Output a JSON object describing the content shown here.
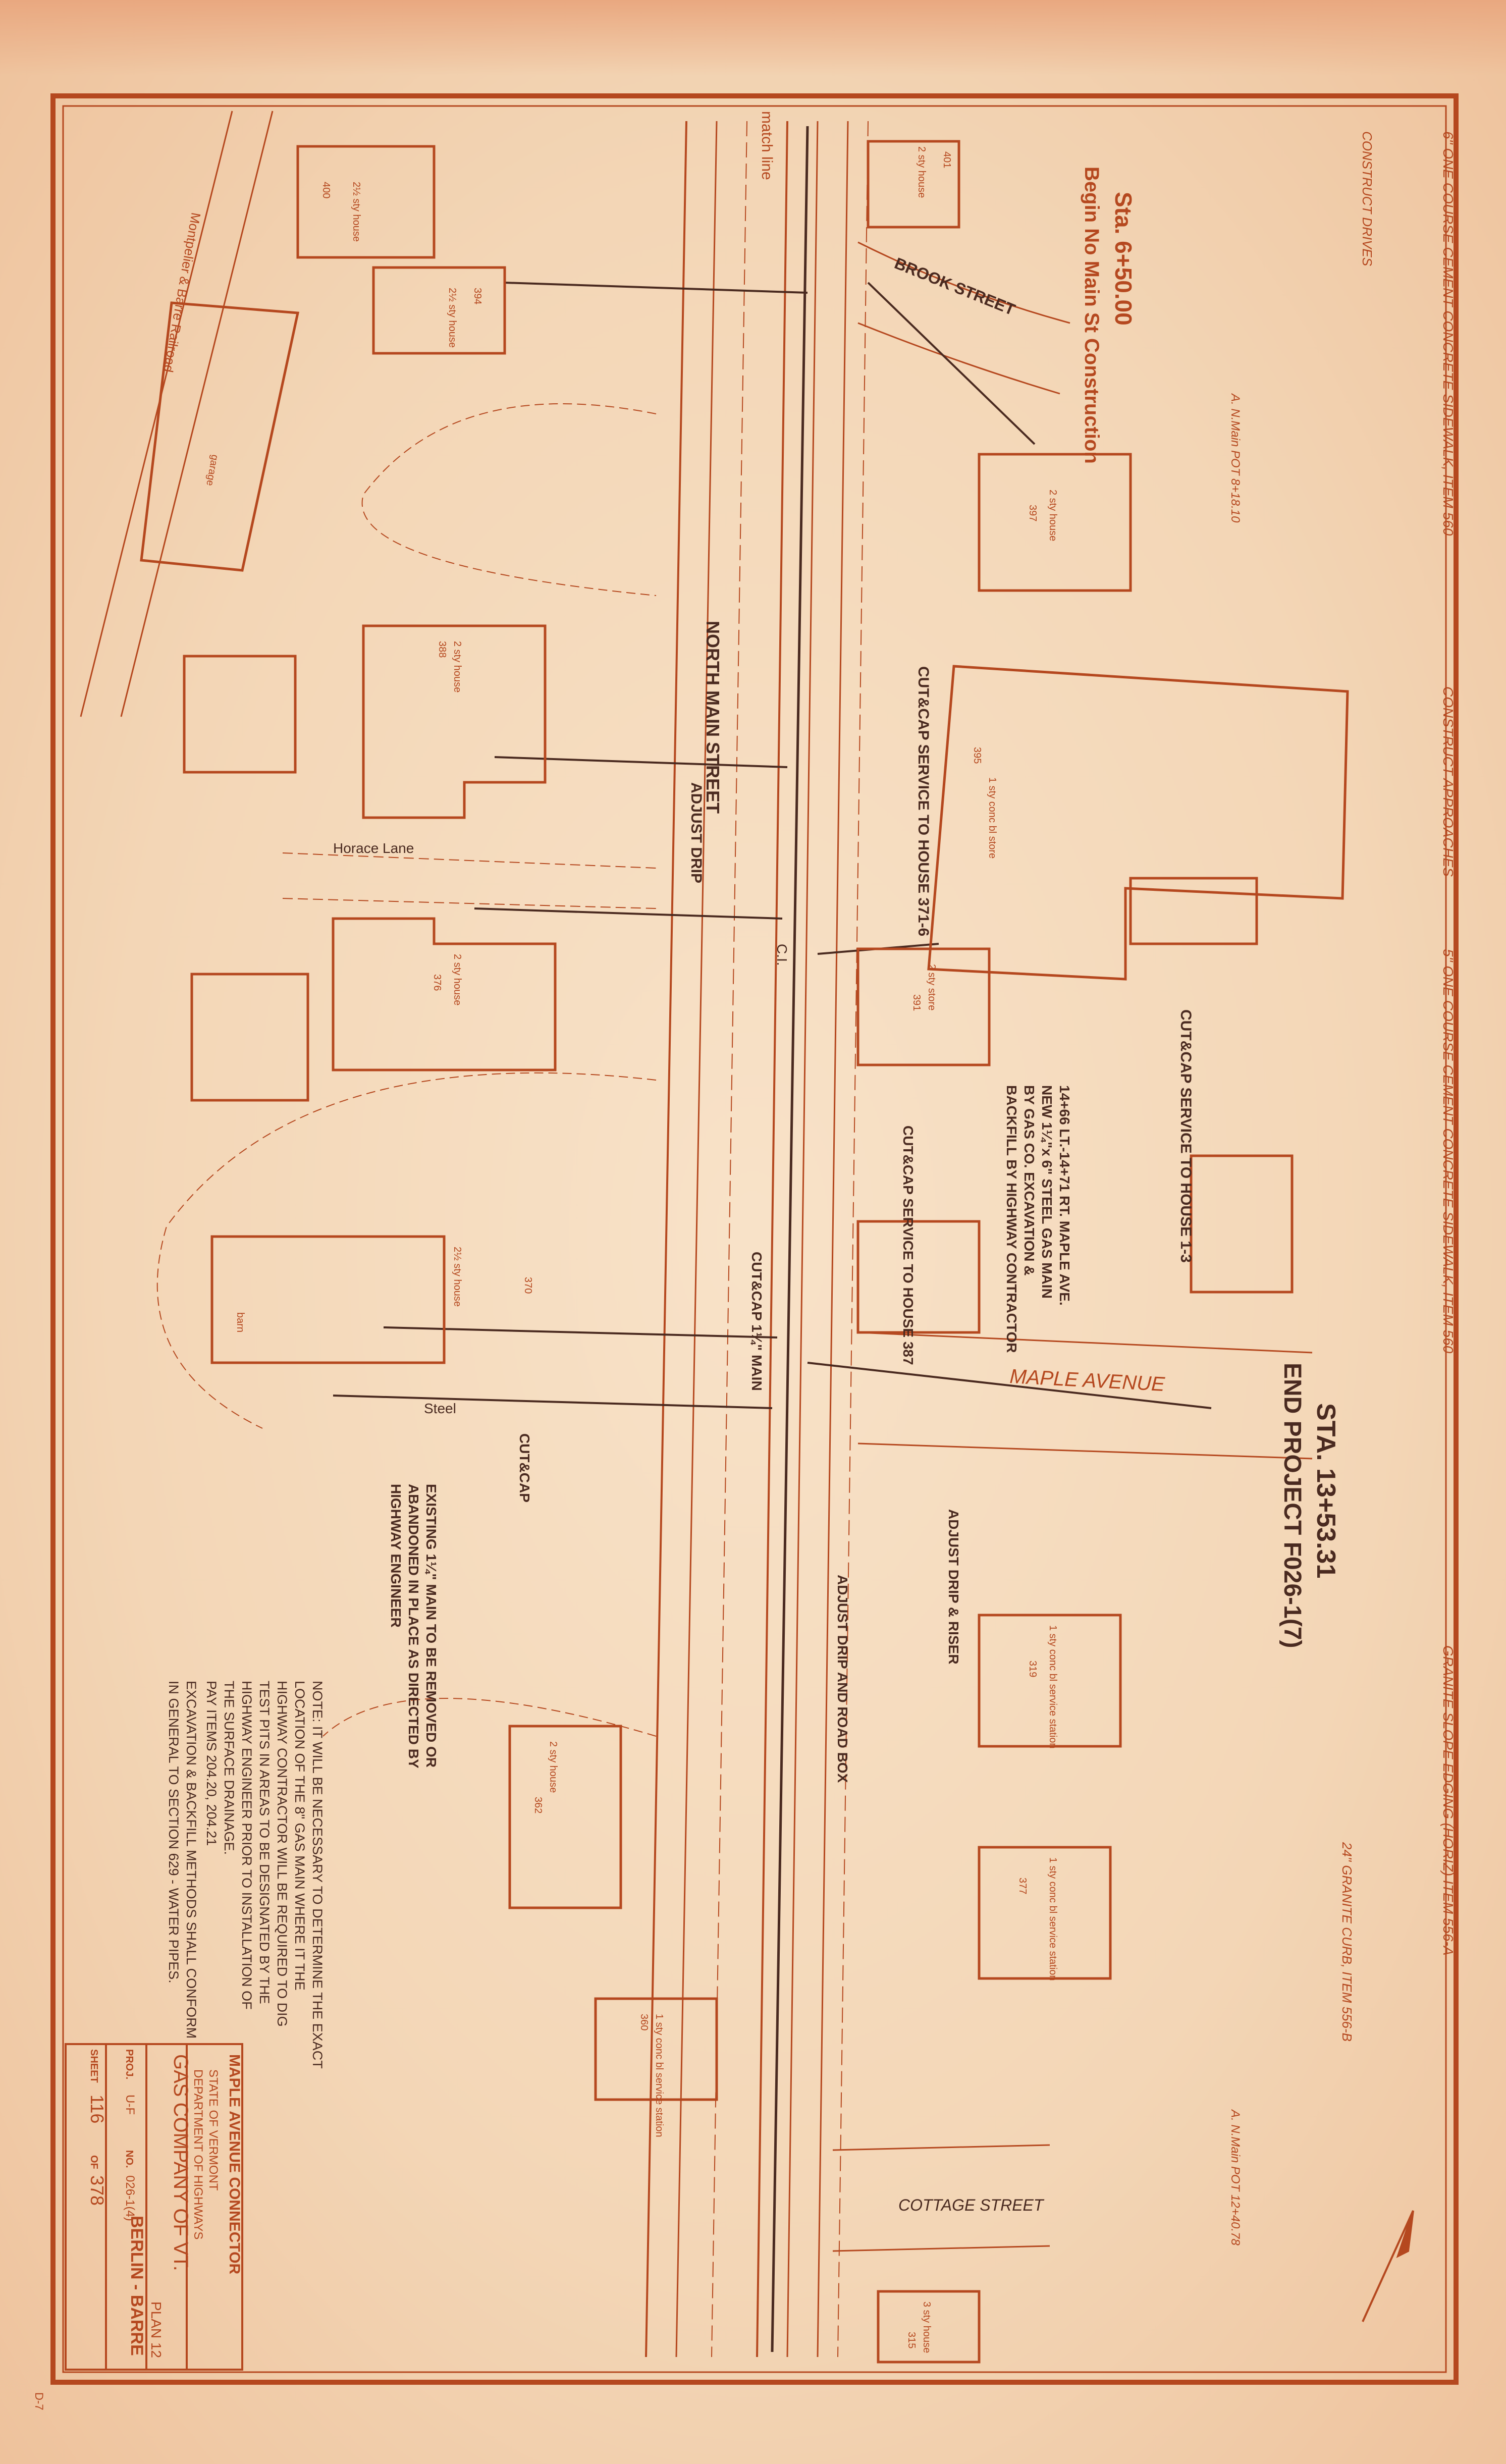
{
  "drawing": {
    "begin_station": "Sta. 6+50.00",
    "begin_label": "Begin No Main St Construction",
    "end_station": "STA. 13+53.31",
    "end_label": "END PROJECT F026-1(7)",
    "match_line": "match line"
  },
  "streets": {
    "north_main": "NORTH MAIN STREET",
    "brook": "BROOK STREET",
    "maple": "MAPLE AVENUE",
    "cottage": "COTTAGE STREET",
    "horace_lane": "Horace Lane",
    "montpelier_barre_railroad": "Montpelier & Barre Railroad"
  },
  "callouts": {
    "cut_cap_371": "CUT&CAP SERVICE TO HOUSE 371-6",
    "adjust_drip": "ADJUST DRIP",
    "cut_cap_house_13": "CUT&CAP SERVICE TO HOUSE 1-3",
    "new_main_line1": "14+66 LT.-14+71 RT. MAPLE AVE.",
    "new_main_line2": "NEW 1¼\"x 6\" STEEL GAS MAIN",
    "new_main_line3": "BY GAS CO. EXCAVATION &",
    "new_main_line4": "BACKFILL BY HIGHWAY CONTRACTOR",
    "cut_cap_387": "CUT&CAP SERVICE TO HOUSE 387",
    "cut_cap_main": "CUT&CAP 1¼\" MAIN",
    "cut_cap": "CUT&CAP",
    "existing_main_line1": "EXISTING 1¼\" MAIN TO BE REMOVED OR",
    "existing_main_line2": "ABANDONED IN PLACE AS DIRECTED BY",
    "existing_main_line3": "HIGHWAY ENGINEER",
    "adjust_drip_riser": "ADJUST DRIP & RISER",
    "adjust_drip_road_box": "ADJUST DRIP AND ROAD BOX",
    "steel": "Steel",
    "ci": "C.I."
  },
  "note": {
    "line1": "NOTE: IT WILL BE NECESSARY TO DETERMINE THE EXACT",
    "line2": "LOCATION OF THE 8\" GAS MAIN WHERE IT THE",
    "line3": "HIGHWAY CONTRACTOR WILL BE REQUIRED TO DIG",
    "line4": "TEST PITS IN AREAS TO BE DESIGNATED BY THE",
    "line5": "HIGHWAY ENGINEER PRIOR TO INSTALLATION OF",
    "line6": "THE SURFACE DRAINAGE.",
    "line7": "PAY ITEMS 204.20, 204.21",
    "line8": "EXCAVATION & BACKFILL METHODS SHALL CONFORM",
    "line9": "IN GENERAL TO SECTION 629 - WATER PIPES."
  },
  "title_block": {
    "project": "MAPLE AVENUE CONNECTOR",
    "state": "STATE OF VERMONT",
    "department": "DEPARTMENT OF HIGHWAYS",
    "company": "GAS COMPANY OF VT.",
    "plan": "PLAN 12",
    "town": "BERLIN - BARRE",
    "proj_label": "PROJ.",
    "proj_value": "U-F",
    "no_label": "NO.",
    "no_value": "026-1(4)",
    "sheet_label": "SHEET",
    "sheet_value": "116",
    "of_label": "OF",
    "of_value": "378",
    "corner_mark": "D-7"
  },
  "side_notes": {
    "sidewalk_title": "6\" ONE COURSE CEMENT CONCRETE SIDEWALK, ITEM 560",
    "drives_title": "CONSTRUCT DRIVES",
    "approaches_title": "CONSTRUCT APPROACHES",
    "sidewalk5_title": "5\" ONE COURSE CEMENT CONCRETE SIDEWALK, ITEM 560",
    "granite_title": "GRANITE SLOPE EDGING (HORIZ) ITEM 556-A",
    "granite_curb_title": "24\" GRANITE CURB, ITEM 556-B",
    "pdot_upper": "A. N.Main POT 8+18.10",
    "pdot_lower": "A. N.Main POT 12+40.78"
  },
  "buildings": [
    {
      "label": "2½ sty house",
      "number": "400"
    },
    {
      "label": "2½ sty house",
      "number": "394"
    },
    {
      "label": "2 sty house",
      "number": "388"
    },
    {
      "label": "2 sty house",
      "number": "376"
    },
    {
      "label": "2½ sty house",
      "number": "370"
    },
    {
      "label": "2 sty house",
      "number": "362"
    },
    {
      "label": "1 sty conc bl service station",
      "number": "360"
    },
    {
      "label": "1 sty conc bl store",
      "number": "395"
    },
    {
      "label": "2 sty store",
      "number": "391"
    },
    {
      "label": "1 sty conc bl service station",
      "number": "319"
    },
    {
      "label": "1 sty conc bl service station",
      "number": "377"
    },
    {
      "label": "2 sty house",
      "number": "397"
    },
    {
      "label": "2 sty house",
      "number": "401"
    },
    {
      "label": "3 sty house",
      "number": "315"
    },
    {
      "label": "garage",
      "number": ""
    },
    {
      "label": "barn",
      "number": ""
    }
  ],
  "colors": {
    "ink_red": "#b5481f",
    "ink_dark": "#4a2a20",
    "paper": "#f3dcc0"
  }
}
